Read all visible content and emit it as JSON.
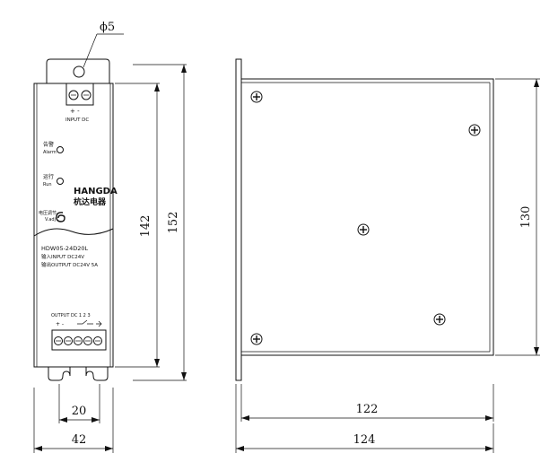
{
  "dimensions": {
    "hole_dia": "ϕ5",
    "height_142": "142",
    "height_152": "152",
    "width_20": "20",
    "width_42": "42",
    "height_130": "130",
    "depth_122": "122",
    "depth_124": "124"
  },
  "front_panel": {
    "input_terminal_signs": "+   -",
    "input_label": "INPUT  DC",
    "alarm_cn": "告警",
    "alarm_en": "Alarm",
    "run_cn": "运行",
    "run_en": "Run",
    "vadj_cn": "电压调节",
    "vadj_en": "V.adj",
    "brand_en": "HANGDA",
    "brand_cn": "杭达电器",
    "model": "HDW05-24D20L",
    "input_spec": "输入INPUT  DC24V",
    "output_spec": "输出OUTPUT  DC24V  5A",
    "output_header": "OUTPUT  DC  1    2    3",
    "output_signs": "+   -"
  },
  "colors": {
    "line": "#111111",
    "background": "#ffffff",
    "brand_fill": "#222222"
  },
  "icons": {
    "screw": "cross-screw-icon",
    "led": "led-indicator-icon",
    "adjust": "potentiometer-icon",
    "relay": "relay-switch-icon"
  }
}
